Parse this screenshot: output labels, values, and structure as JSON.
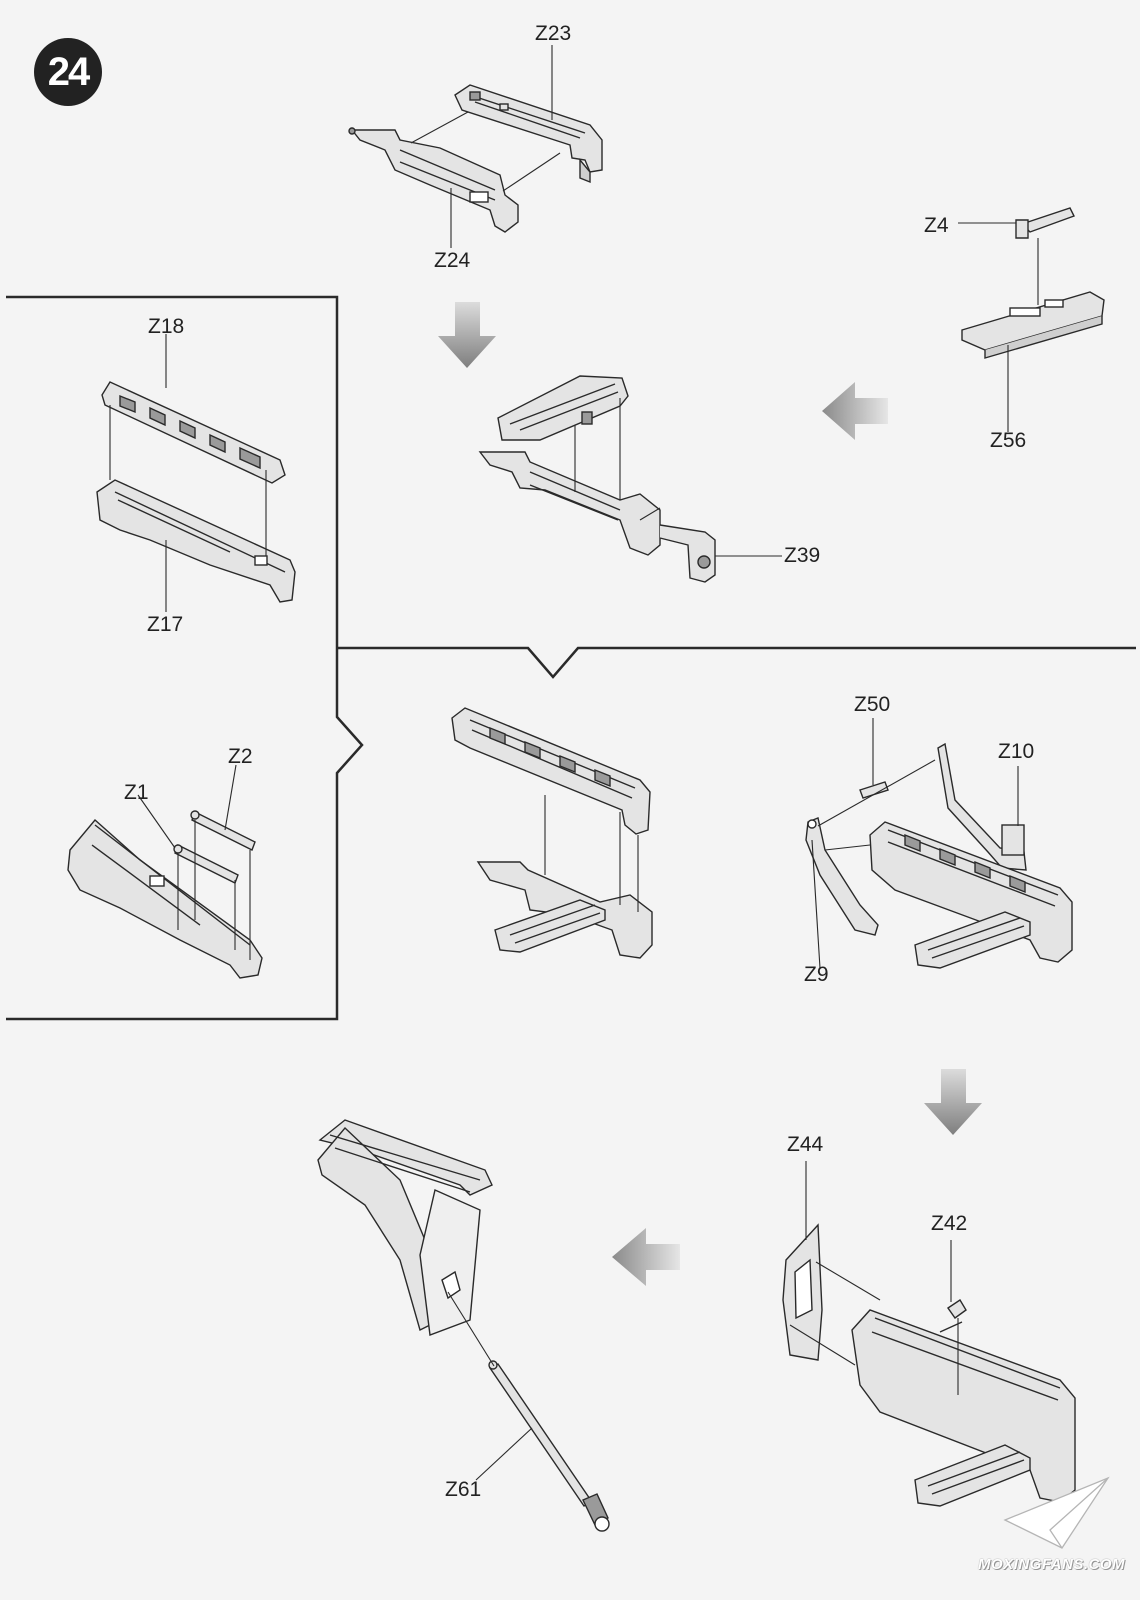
{
  "step_number": "24",
  "watermark": "MOXINGFANS.COM",
  "labels": {
    "z23": "Z23",
    "z24": "Z24",
    "z4": "Z4",
    "z56": "Z56",
    "z39": "Z39",
    "z18": "Z18",
    "z17": "Z17",
    "z1": "Z1",
    "z2": "Z2",
    "z50": "Z50",
    "z10": "Z10",
    "z9": "Z9",
    "z44": "Z44",
    "z42": "Z42",
    "z61": "Z61"
  },
  "colors": {
    "background": "#f4f4f4",
    "line": "#2a2a2a",
    "arrow_fill": "#8e8e8e",
    "part_fill": "#e4e4e4",
    "part_dark": "#9a9a9a"
  }
}
